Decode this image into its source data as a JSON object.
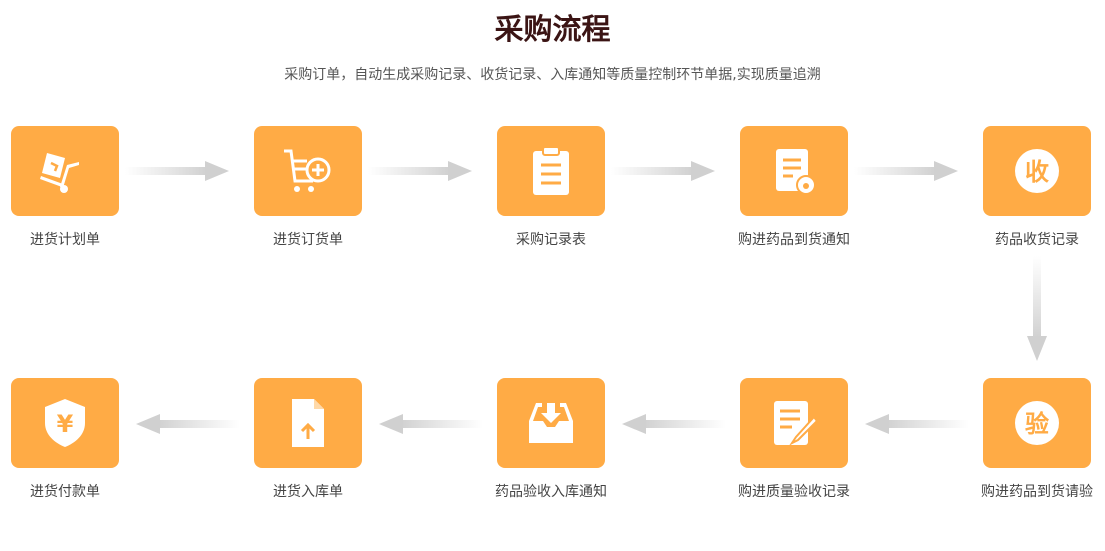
{
  "title": "采购流程",
  "subtitle": "采购订单，自动生成采购记录、收货记录、入库通知等质量控制环节单据,实现质量追溯",
  "accent": "#ffab45",
  "steps": [
    {
      "label": "进货计划单",
      "icon": "hand-truck-icon"
    },
    {
      "label": "进货订货单",
      "icon": "cart-add-icon"
    },
    {
      "label": "采购记录表",
      "icon": "clipboard-icon"
    },
    {
      "label": "购进药品到货通知",
      "icon": "document-notice-icon"
    },
    {
      "label": "药品收货记录",
      "icon": "receive-icon"
    },
    {
      "label": "购进药品到货请验",
      "icon": "inspect-icon"
    },
    {
      "label": "购进质量验收记录",
      "icon": "edit-document-icon"
    },
    {
      "label": "药品验收入库通知",
      "icon": "inbox-download-icon"
    },
    {
      "label": "进货入库单",
      "icon": "file-upload-icon"
    },
    {
      "label": "进货付款单",
      "icon": "yuan-shield-icon"
    }
  ],
  "glyphs": {
    "receive": "收",
    "inspect": "验",
    "yuan": "¥"
  }
}
